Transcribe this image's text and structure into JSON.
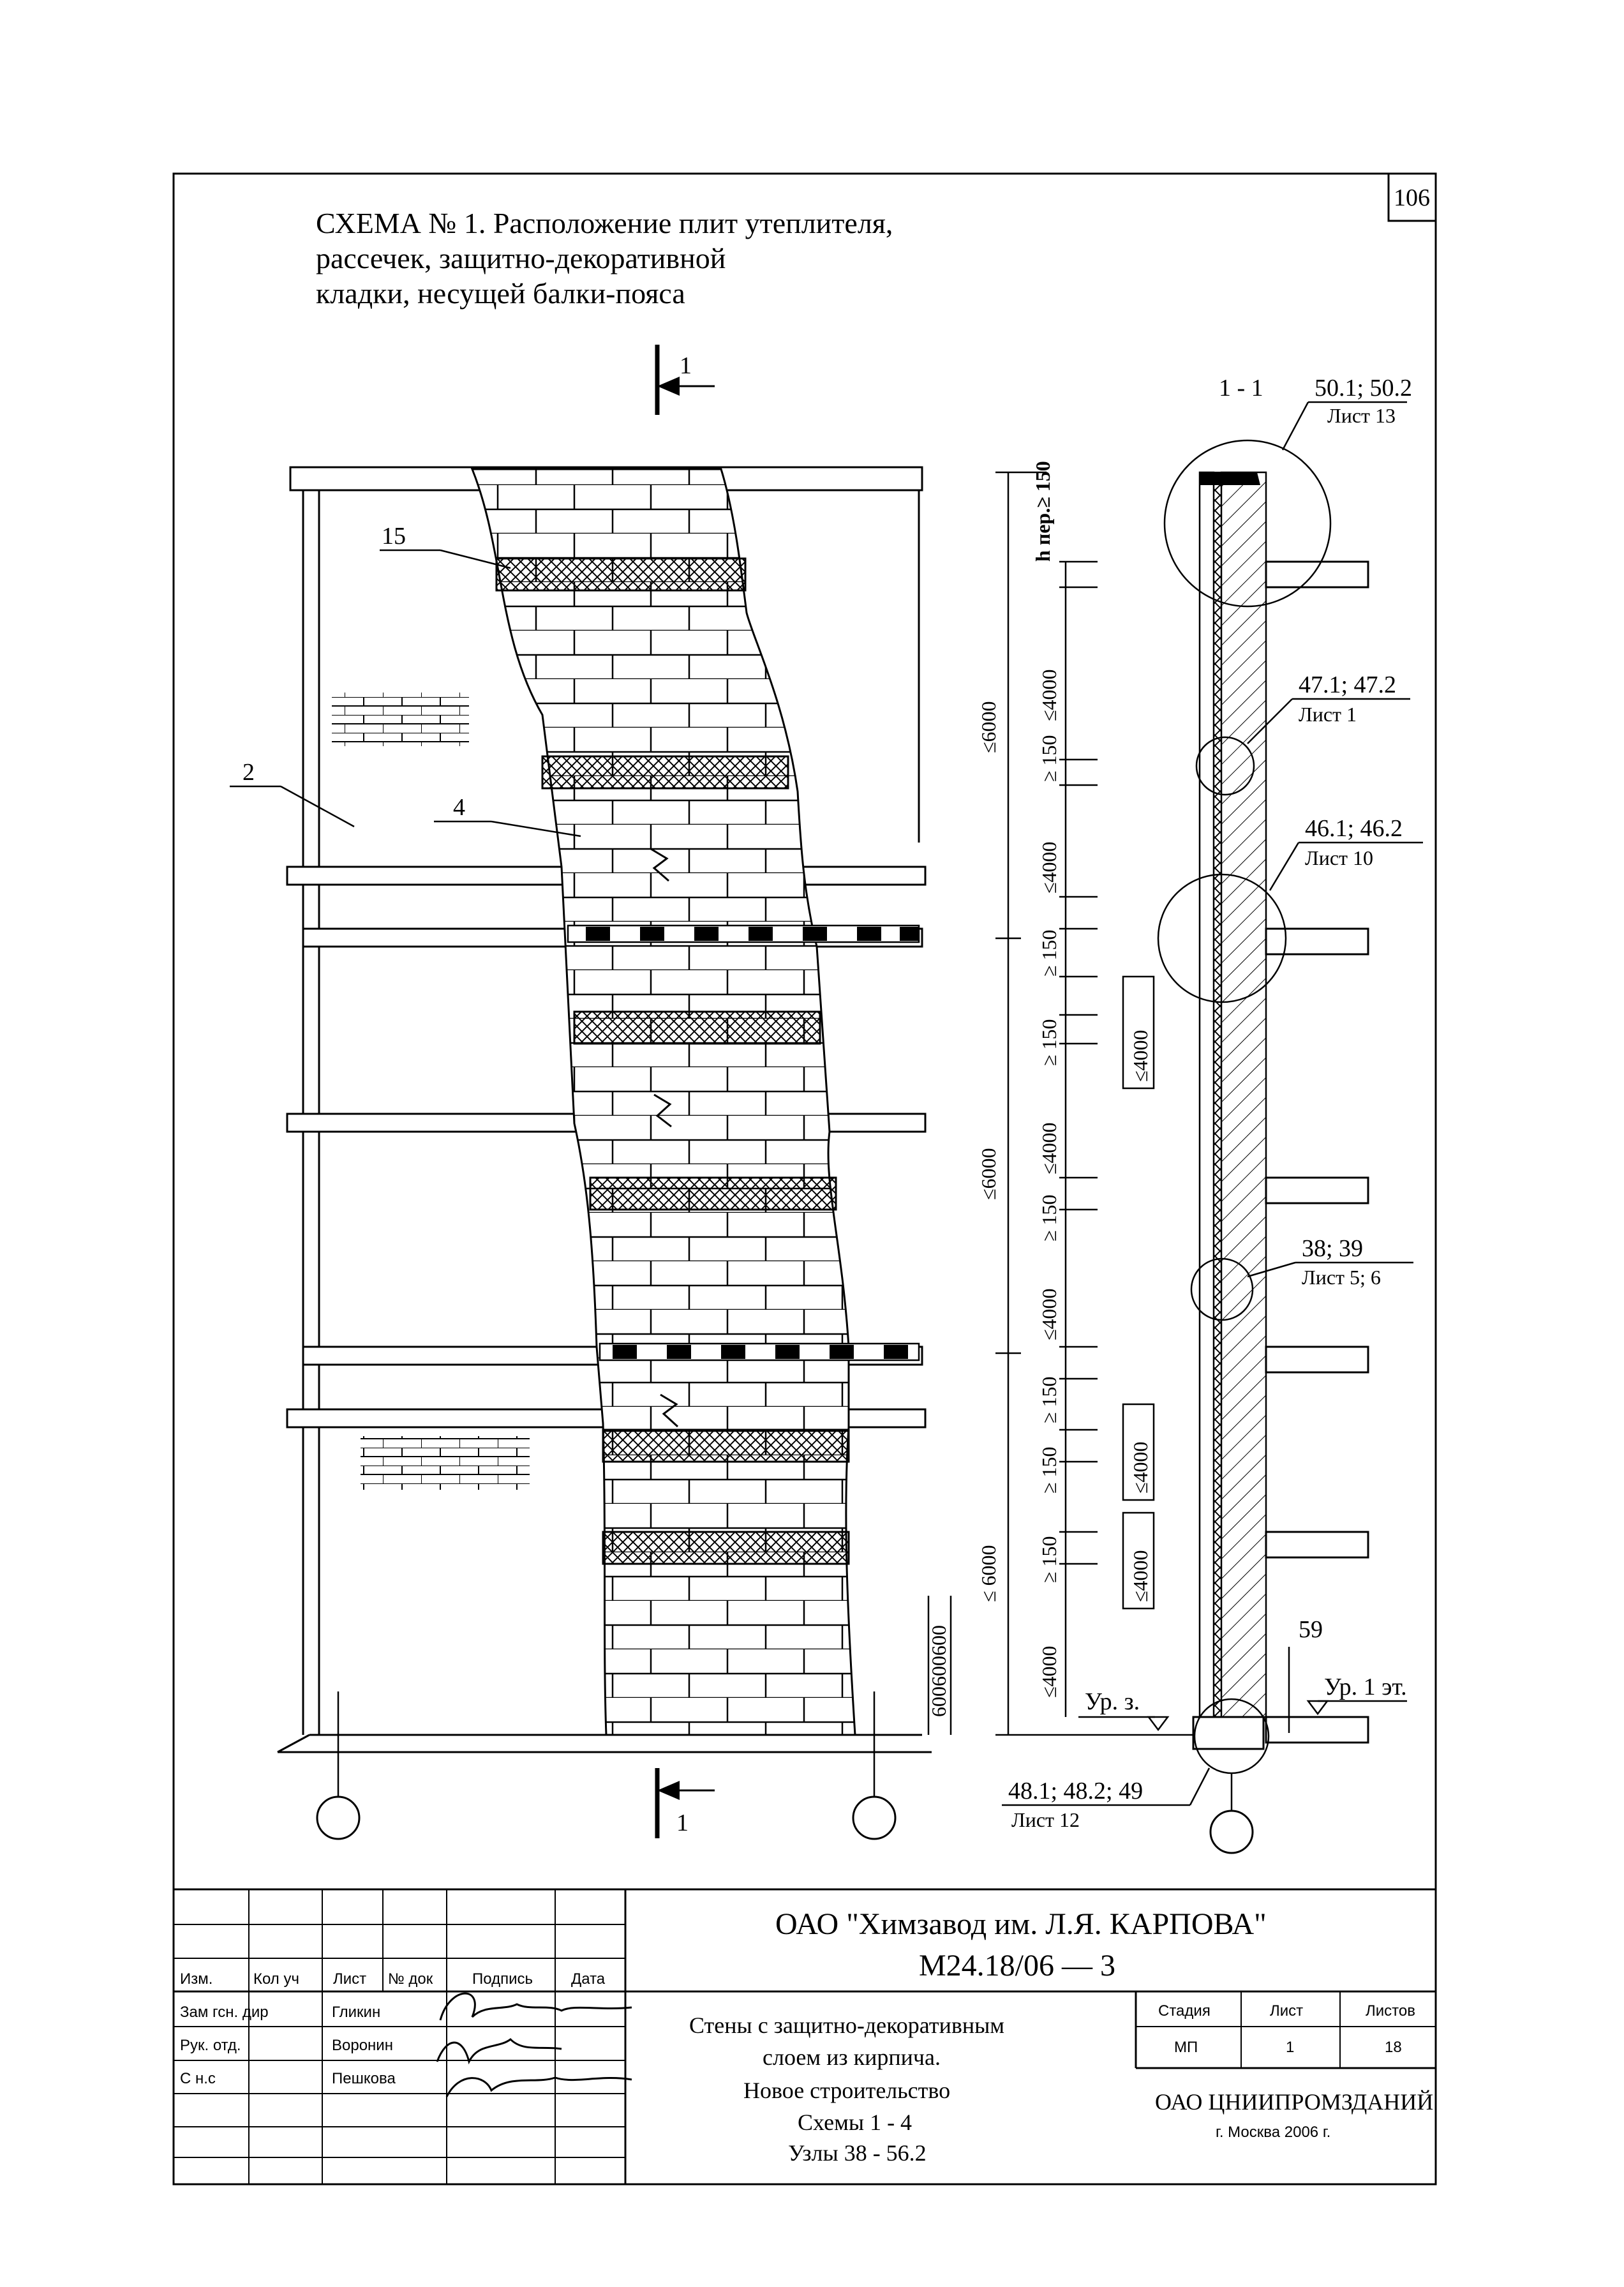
{
  "page_number": "106",
  "title": {
    "line1": "СХЕМА № 1. Расположение плит утеплителя,",
    "line2": "рассечек, защитно-декоративной",
    "line3": "кладки, несущей балки-пояса"
  },
  "section_marker": "1",
  "section_label": "1 - 1",
  "callouts": [
    {
      "num": "15"
    },
    {
      "num": "2"
    },
    {
      "num": "4"
    }
  ],
  "nodes": [
    {
      "ref": "50.1; 50.2",
      "sheet": "Лист 13"
    },
    {
      "ref": "47.1; 47.2",
      "sheet": "Лист 1"
    },
    {
      "ref": "46.1; 46.2",
      "sheet": "Лист 10"
    },
    {
      "ref": "38; 39",
      "sheet": "Лист 5; 6"
    },
    {
      "ref": "48.1; 48.2; 49",
      "sheet": "Лист 12"
    },
    {
      "ref": "59",
      "sheet": ""
    }
  ],
  "levels": {
    "ground": "Ур. з.",
    "floor1": "Ур. 1 эт."
  },
  "dimensions": {
    "h_top": "h пер.≥ 150",
    "d6000a": "≤6000",
    "d6000b": "≤6000",
    "d6000c": "≤ 6000",
    "d4000": "≤4000",
    "d150": "≥ 150",
    "d4000box": "≤4000",
    "d600": "600600600"
  },
  "stamp": {
    "company": "ОАО \"Химзавод им. Л.Я. КАРПОВА\"",
    "code": "М24.18/06 — 3",
    "header": [
      "Изм.",
      "Кол уч",
      "Лист",
      "№ док",
      "Подпись",
      "Дата"
    ],
    "roles": [
      {
        "role": "Зам гсн. дир",
        "name": "Гликин"
      },
      {
        "role": "Рук. отд.",
        "name": "Воронин"
      },
      {
        "role": "С н.с",
        "name": "Пешкова"
      }
    ],
    "description": [
      "Стены с защитно-декоративным",
      "слоем из кирпича.",
      "Новое строительство",
      "Схемы 1 - 4",
      "Узлы 38 - 56.2"
    ],
    "stage_label": "Стадия",
    "sheet_label": "Лист",
    "sheets_label": "Листов",
    "stage": "МП",
    "sheet": "1",
    "sheets": "18",
    "org": "ОАО ЦНИИПРОМЗДАНИЙ",
    "city": "г. Москва 2006 г."
  }
}
